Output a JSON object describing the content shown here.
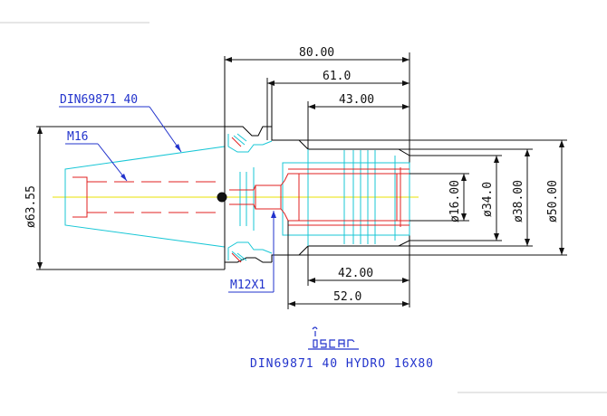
{
  "dimensions": {
    "length_80": "80.00",
    "length_61": "61.0",
    "length_43": "43.00",
    "length_42": "42.00",
    "length_52": "52.0",
    "dia_63": "ø63.55",
    "dia_16": "ø16.00",
    "dia_34": "ø34.0",
    "dia_38": "ø38.00",
    "dia_50": "ø50.00"
  },
  "labels": {
    "standard": "DIN69871 40",
    "thread": "M16",
    "thread_small": "M12X1"
  },
  "title": {
    "logo": "iscar",
    "product": "DIN69871 40 HYDRO 16X80"
  },
  "colors": {
    "outline": "#000000",
    "cyan": "#19c7d6",
    "red": "#e02020",
    "blue": "#2233cc",
    "yellow": "#e8e000"
  }
}
